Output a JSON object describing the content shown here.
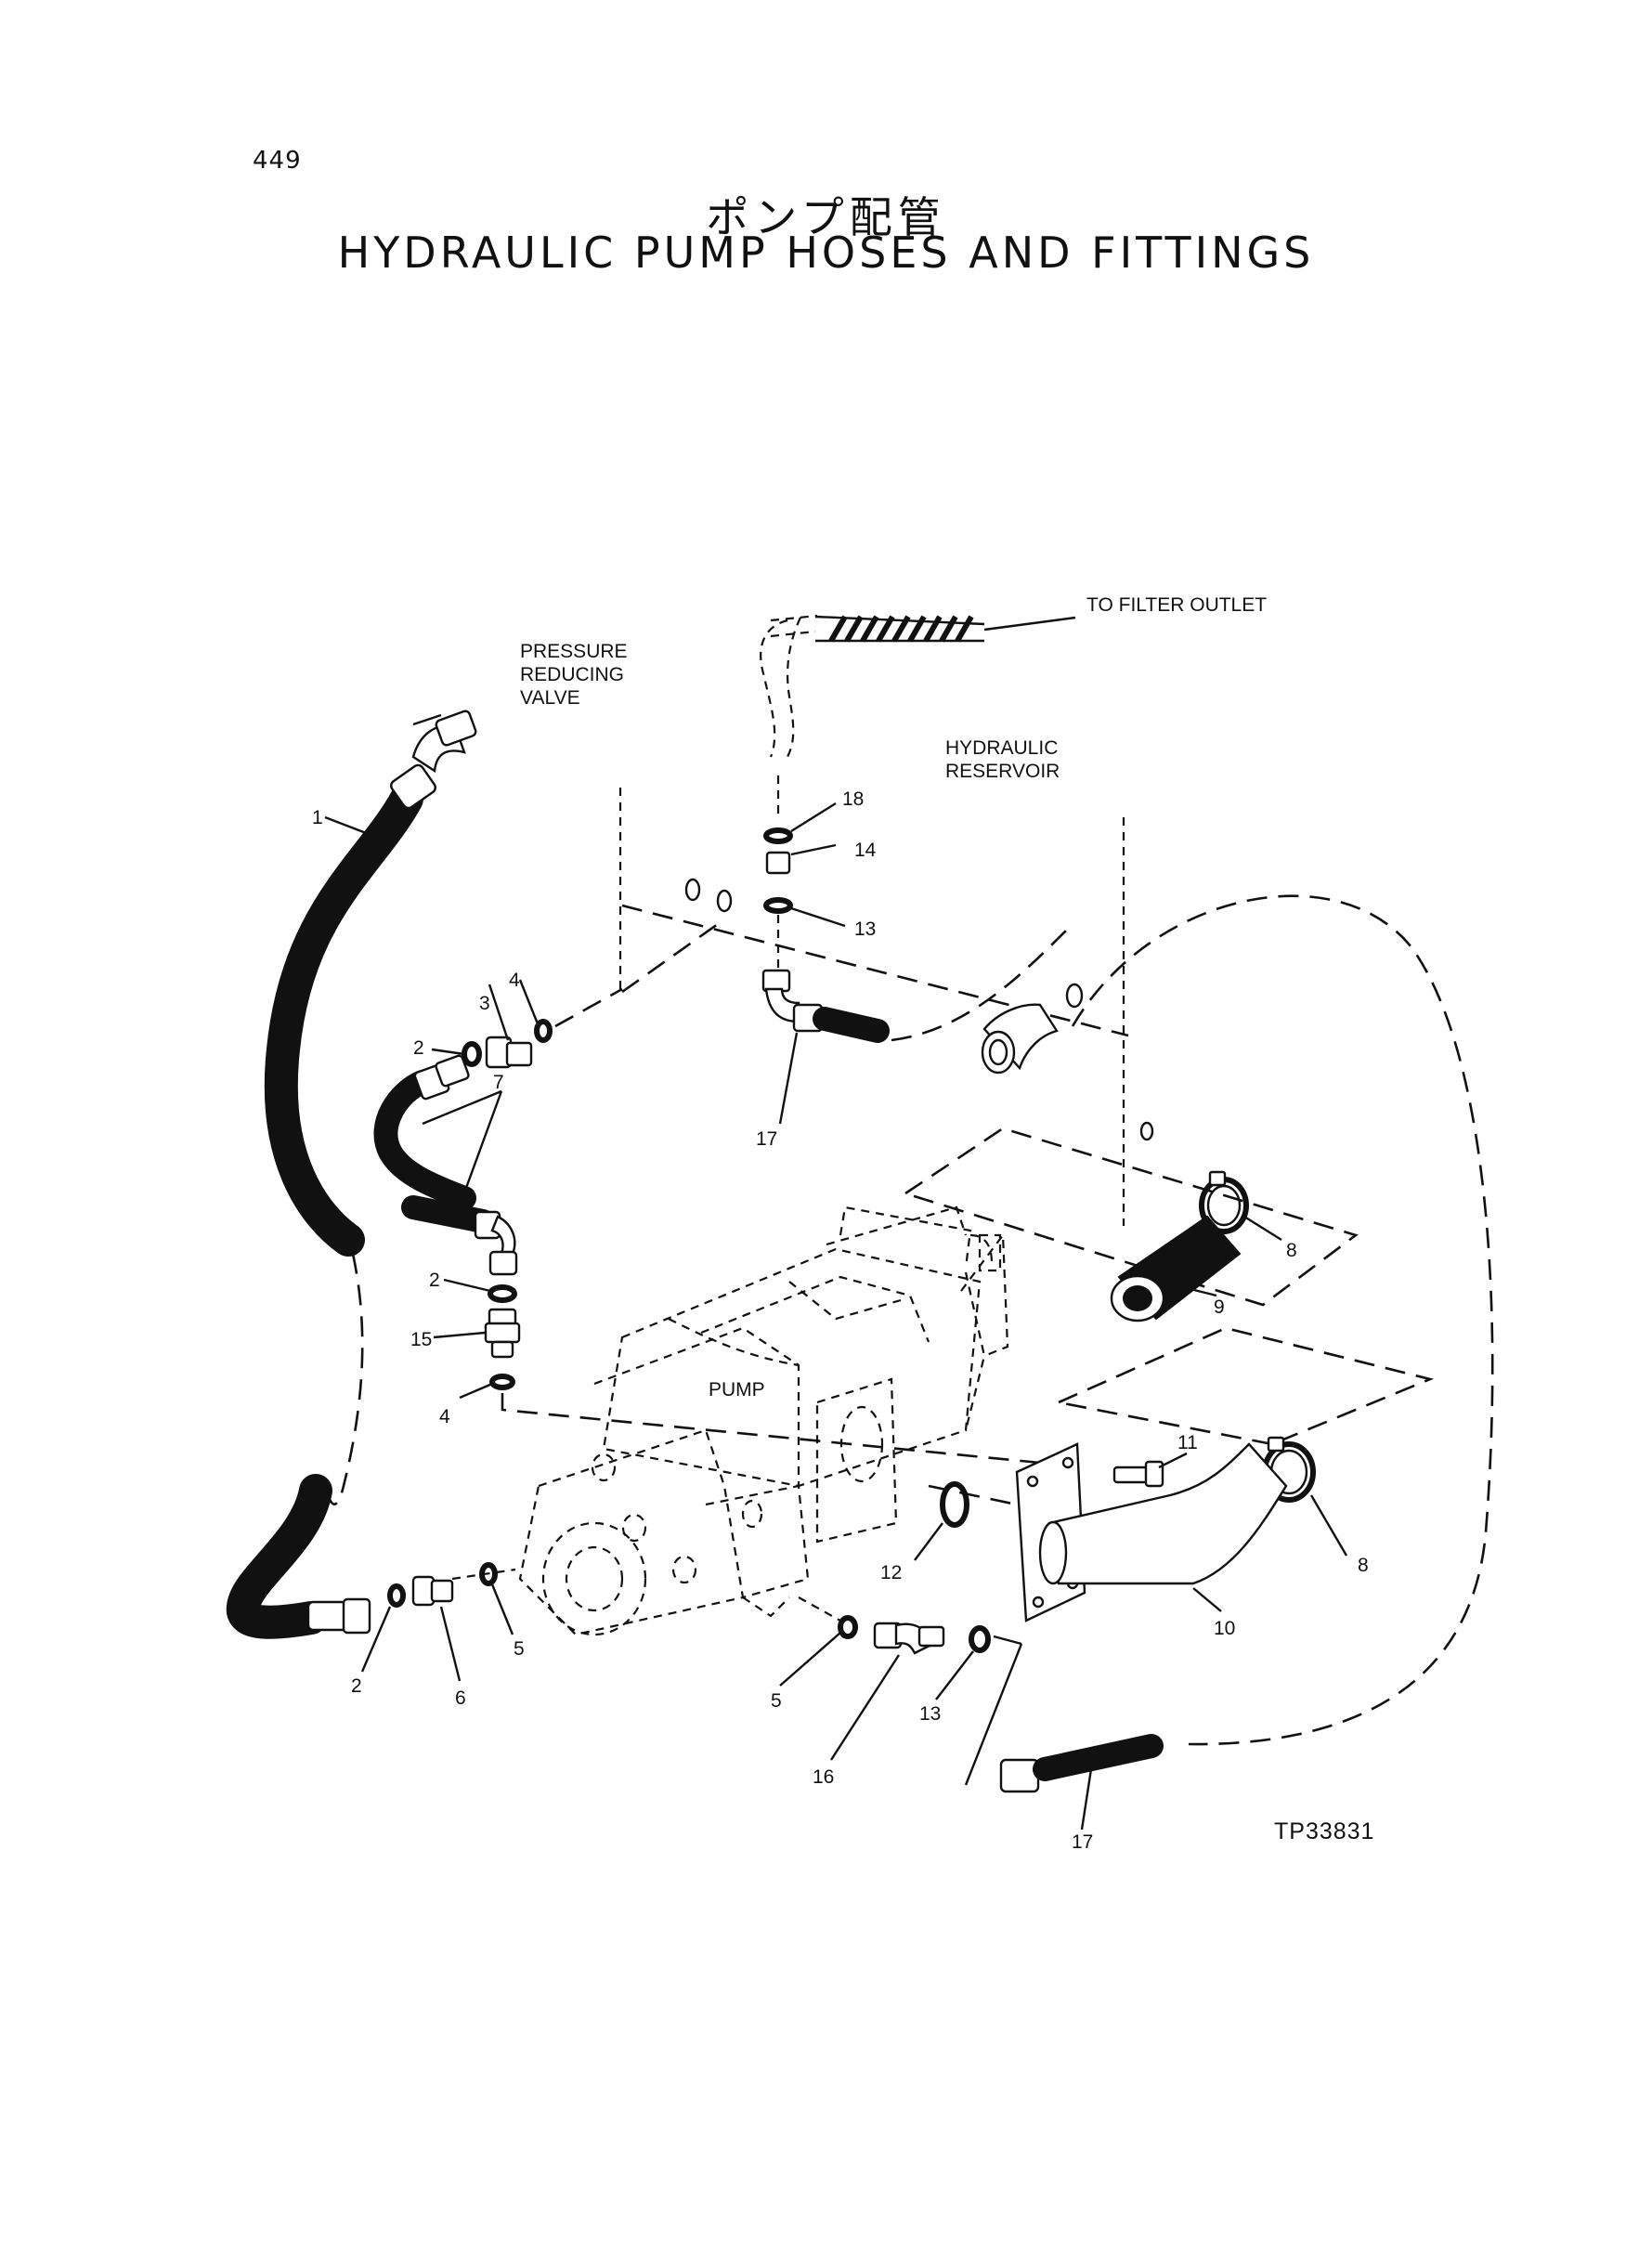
{
  "page": {
    "number": "449",
    "title_jp": "ポンプ配管",
    "title_en": "HYDRAULIC PUMP HOSES AND FITTINGS",
    "figure_ref": "TP33831"
  },
  "labels": {
    "pressure_reducing_valve": [
      "PRESSURE",
      "REDUCING",
      "VALVE"
    ],
    "to_filter_outlet": "TO FILTER OUTLET",
    "hydraulic_reservoir": [
      "HYDRAULIC",
      "RESERVOIR"
    ],
    "pump": "PUMP"
  },
  "callouts": {
    "c1": "1",
    "c2a": "2",
    "c2b": "2",
    "c2c": "2",
    "c3": "3",
    "c4a": "4",
    "c4b": "4",
    "c5a": "5",
    "c5b": "5",
    "c6": "6",
    "c7": "7",
    "c8a": "8",
    "c8b": "8",
    "c9": "9",
    "c10": "10",
    "c11": "11",
    "c12": "12",
    "c13a": "13",
    "c13b": "13",
    "c14": "14",
    "c15": "15",
    "c16": "16",
    "c17a": "17",
    "c17b": "17",
    "c18": "18"
  }
}
